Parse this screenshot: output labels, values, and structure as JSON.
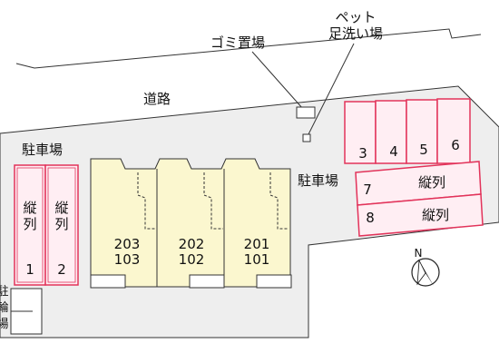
{
  "labels": {
    "road": "道路",
    "garbage": "ゴミ置場",
    "pet_wash_line1": "ペット",
    "pet_wash_line2": "足洗い場",
    "parking_left": "駐車場",
    "parking_right": "駐車場",
    "bike_parking_lines": [
      "駐",
      "輪",
      "場"
    ],
    "compass": "N"
  },
  "parking_spaces": {
    "left": [
      {
        "number": "1",
        "note_line1": "縦",
        "note_line2": "列"
      },
      {
        "number": "2",
        "note_line1": "縦",
        "note_line2": "列"
      }
    ],
    "right_top": [
      "3",
      "4",
      "5",
      "6"
    ],
    "right_rows": [
      {
        "number": "7",
        "note": "縦列"
      },
      {
        "number": "8",
        "note": "縦列"
      }
    ]
  },
  "units": [
    {
      "upper": "203",
      "lower": "103"
    },
    {
      "upper": "202",
      "lower": "102"
    },
    {
      "upper": "201",
      "lower": "101"
    }
  ],
  "colors": {
    "lot": "#eeeeee",
    "building": "#fbf7cf",
    "parking_fill": "#ffeef3",
    "parking_stroke": "#e2335a",
    "outline": "#222222"
  }
}
